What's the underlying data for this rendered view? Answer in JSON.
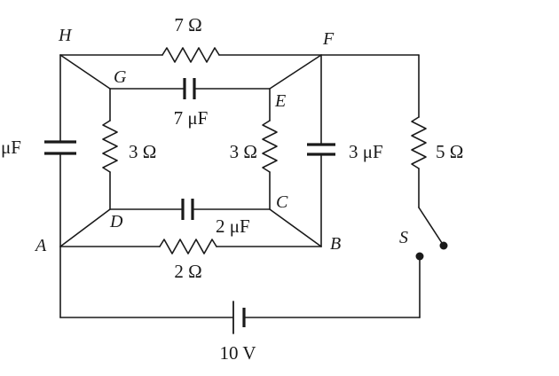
{
  "nodes": {
    "H": "H",
    "G": "G",
    "F": "F",
    "E": "E",
    "D": "D",
    "C": "C",
    "A": "A",
    "B": "B",
    "S": "S"
  },
  "components": {
    "r_hf": "7 Ω",
    "c_ge": "7 μF",
    "r_gd": "3 Ω",
    "r_ec": "3 Ω",
    "c_dc": "2 μF",
    "r_ab": "2 Ω",
    "c_ha": "μF",
    "c_fb": "3 μF",
    "r_right": "5 Ω",
    "battery": "10 V"
  }
}
